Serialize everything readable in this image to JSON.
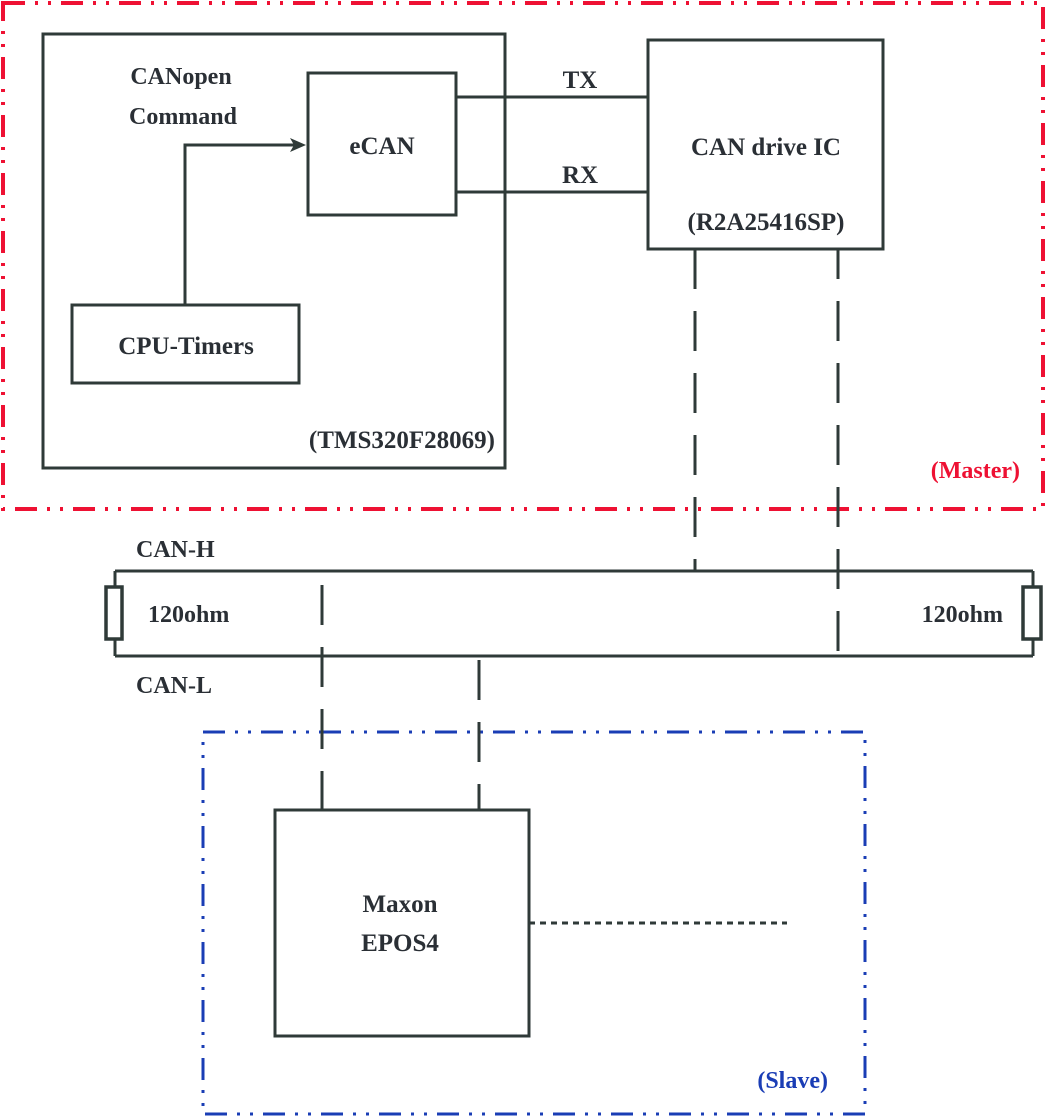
{
  "colors": {
    "master_border": "#ee1133",
    "slave_border": "#1a3db5",
    "line": "#2f3a38",
    "text": "#2a2f35"
  },
  "master": {
    "label": "(Master)",
    "mcu": {
      "part": "(TMS320F28069)",
      "canopen_line1": "CANopen",
      "canopen_line2": "Command",
      "ecan": "eCAN",
      "cpu_timers": "CPU-Timers"
    },
    "driver": {
      "name": "CAN drive IC",
      "part": "(R2A25416SP)"
    },
    "signals": {
      "tx": "TX",
      "rx": "RX"
    }
  },
  "bus": {
    "can_h": "CAN-H",
    "can_l": "CAN-L",
    "terminator_left": "120ohm",
    "terminator_right": "120ohm"
  },
  "slave": {
    "label": "(Slave)",
    "device_line1": "Maxon",
    "device_line2": "EPOS4"
  }
}
